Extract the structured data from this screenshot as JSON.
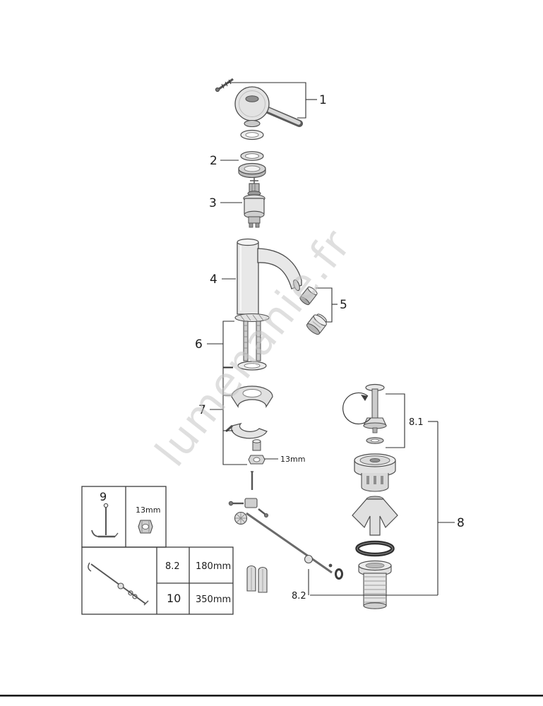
{
  "watermark": {
    "text": "lumenanie.fr"
  },
  "callouts": {
    "c1": "1",
    "c2": "2",
    "c3": "3",
    "c4": "4",
    "c5": "5",
    "c6": "6",
    "c7": "7",
    "c8": "8",
    "c81": "8.1",
    "c82": "8.2",
    "nut13": "13mm"
  },
  "box9": {
    "num": "9",
    "size": "13mm"
  },
  "table": {
    "rows": [
      {
        "part": "8.2",
        "length": "180mm"
      },
      {
        "part": "10",
        "length": "350mm"
      }
    ]
  },
  "colors": {
    "line": "#2e2e2e",
    "metal_light": "#e8e8e8",
    "metal_dark": "#9a9a9a"
  }
}
